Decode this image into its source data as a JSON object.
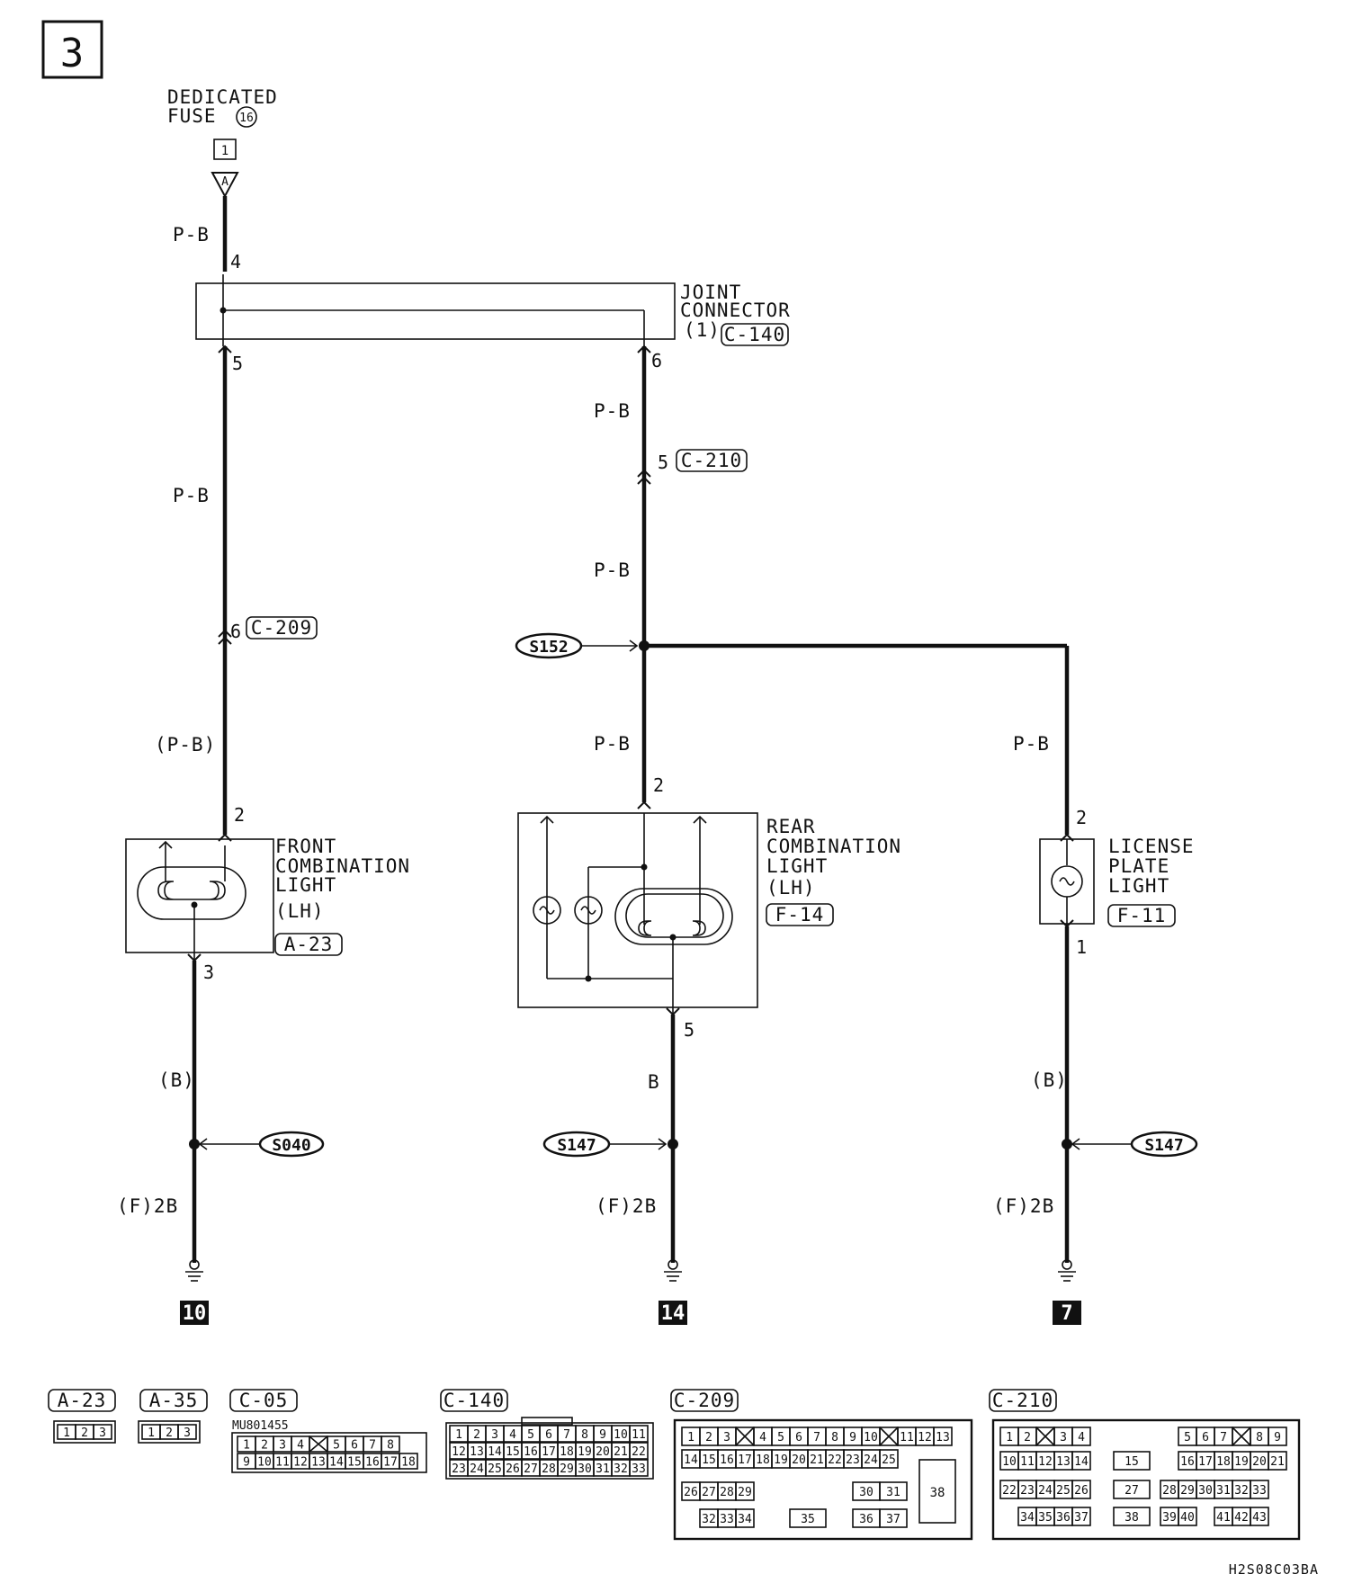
{
  "page_number": "3",
  "fuse": {
    "line1": "DEDICATED",
    "line2": "FUSE",
    "fuse_no": "16",
    "box_no": "1",
    "marker": "A"
  },
  "joint_connector": {
    "line1": "JOINT",
    "line2": "CONNECTOR",
    "line3": "(1)",
    "code": "C-140",
    "pin_in": "4",
    "pin_left": "5",
    "pin_right": "6"
  },
  "wires": {
    "top": "P-B",
    "left_upper": "P-B",
    "left_lower": "(P-B)",
    "mid_top": "P-B",
    "mid_mid": "P-B",
    "mid_lower": "P-B",
    "right_branch": "P-B",
    "left_ground": "(B)",
    "mid_ground": "B",
    "right_ground": "(B)",
    "left_gnd_wire": "(F)2B",
    "mid_gnd_wire": "(F)2B",
    "right_gnd_wire": "(F)2B"
  },
  "inline_connectors": {
    "left": {
      "pin": "6",
      "code": "C-209"
    },
    "mid": {
      "pin": "5",
      "code": "C-210"
    }
  },
  "splices": {
    "top": "S152",
    "left": "S040",
    "mid": "S147",
    "right": "S147"
  },
  "front_light": {
    "line1": "FRONT",
    "line2": "COMBINATION",
    "line3": "LIGHT",
    "line4": "(LH)",
    "code": "A-23",
    "pin_in": "2",
    "pin_out": "3"
  },
  "rear_light": {
    "line1": "REAR",
    "line2": "COMBINATION",
    "line3": "LIGHT",
    "line4": "(LH)",
    "code": "F-14",
    "pin_in": "2",
    "pin_out": "5"
  },
  "license_light": {
    "line1": "LICENSE",
    "line2": "PLATE",
    "line3": "LIGHT",
    "code": "F-11",
    "pin_in": "2",
    "pin_out": "1"
  },
  "grounds": {
    "left": "10",
    "mid": "14",
    "right": "7"
  },
  "connector_views": {
    "a23": {
      "code": "A-23",
      "pins": [
        "1",
        "2",
        "3"
      ]
    },
    "a35": {
      "code": "A-35",
      "pins": [
        "1",
        "2",
        "3"
      ]
    },
    "c05": {
      "code": "C-05",
      "part": "MU801455",
      "row1": [
        "1",
        "2",
        "3",
        "4",
        "",
        "5",
        "6",
        "7",
        "8"
      ],
      "row2": [
        "9",
        "10",
        "11",
        "12",
        "13",
        "14",
        "15",
        "16",
        "17",
        "18"
      ]
    },
    "c140": {
      "code": "C-140",
      "row1": [
        "1",
        "2",
        "3",
        "4",
        "5",
        "6",
        "7",
        "8",
        "9",
        "10",
        "11"
      ],
      "row2": [
        "12",
        "13",
        "14",
        "15",
        "16",
        "17",
        "18",
        "19",
        "20",
        "21",
        "22"
      ],
      "row3": [
        "23",
        "24",
        "25",
        "26",
        "27",
        "28",
        "29",
        "30",
        "31",
        "32",
        "33"
      ]
    },
    "c209": {
      "code": "C-209",
      "row1": [
        "1",
        "2",
        "3",
        "",
        "4",
        "5",
        "6",
        "7",
        "8",
        "9",
        "10",
        "",
        "11",
        "12",
        "13"
      ],
      "row2": [
        "14",
        "15",
        "16",
        "17",
        "18",
        "19",
        "20",
        "21",
        "22",
        "23",
        "24",
        "25"
      ],
      "row3": [
        "26",
        "27",
        "28",
        "29",
        "30",
        "31"
      ],
      "row4": [
        "32",
        "33",
        "34",
        "35",
        "36",
        "37"
      ],
      "big": "38"
    },
    "c210": {
      "code": "C-210",
      "row1": [
        "1",
        "2",
        "",
        "3",
        "4",
        "5",
        "6",
        "7",
        "",
        "8",
        "9"
      ],
      "row2": [
        "10",
        "11",
        "12",
        "13",
        "14",
        "15",
        "16",
        "17",
        "18",
        "19",
        "20",
        "21"
      ],
      "row3": [
        "22",
        "23",
        "24",
        "25",
        "26",
        "27",
        "28",
        "29",
        "30",
        "31",
        "32",
        "33"
      ],
      "row4": [
        "34",
        "35",
        "36",
        "37",
        "38",
        "39",
        "40",
        "41",
        "42",
        "43"
      ]
    }
  },
  "diagram_code": "H2S08C03BA"
}
